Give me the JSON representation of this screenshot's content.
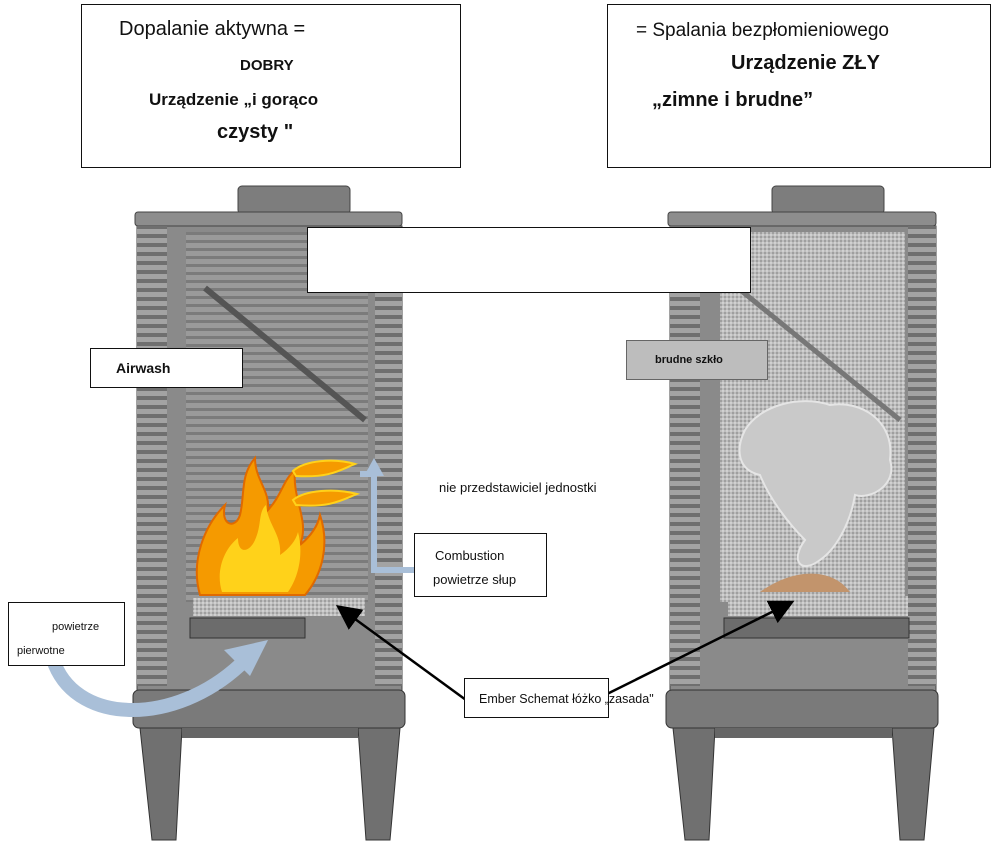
{
  "good_box": {
    "line1": "Dopalanie aktywna =",
    "line2": "DOBRY",
    "line3": "Urządzenie „i gorąco",
    "line4": "czysty \""
  },
  "bad_box": {
    "line1": "= Spalania bezpłomieniowego",
    "line2": "Urządzenie ZŁY",
    "line3": "„zimne i brudne”"
  },
  "labels": {
    "airwash": "Airwash",
    "dirty_glass": "brudne szkło",
    "not_representative": "nie przedstawiciel jednostki",
    "combustion_line1": "Combustion",
    "combustion_line2": "powietrze słup",
    "primary_line1": "powietrze",
    "primary_line2": "pierwotne",
    "ember": "Ember Schemat łóżko „zasada\""
  },
  "colors": {
    "stove_body": "#8c8c8c",
    "stove_dark": "#5e5e5e",
    "flame_orange": "#f59a00",
    "flame_yellow": "#ffd21a",
    "air_arrow": "#a9bfd8",
    "smoke": "#c9c9c9",
    "ember_bed": "#cfcfcf"
  }
}
